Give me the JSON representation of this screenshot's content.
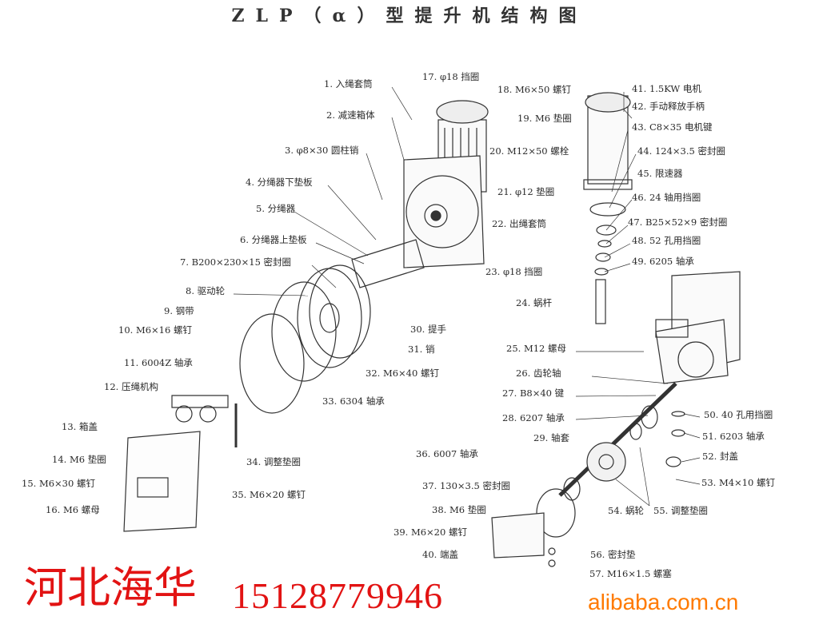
{
  "title": "ZLP（α）型提升机结构图",
  "labels": [
    "1. 入绳套筒",
    "2. 减速箱体",
    "3. φ8×30 圆柱销",
    "4. 分绳器下垫板",
    "5. 分绳器",
    "6. 分绳器上垫板",
    "7. B200×230×15 密封圈",
    "8. 驱动轮",
    "9. 钢带",
    "10. M6×16 螺钉",
    "11. 6004Z 轴承",
    "12. 压绳机构",
    "13. 箱盖",
    "14. M6 垫圈",
    "15. M6×30 螺钉",
    "16. M6 螺母",
    "17. φ18 挡圈",
    "18. M6×50 螺钉",
    "19. M6 垫圈",
    "20. M12×50 螺栓",
    "21. φ12 垫圈",
    "22. 出绳套筒",
    "23. φ18 挡圈",
    "24. 蜗杆",
    "25. M12 螺母",
    "26. 齿轮轴",
    "27. B8×40 键",
    "28. 6207 轴承",
    "29. 轴套",
    "30. 提手",
    "31. 销",
    "32. M6×40 螺钉",
    "33. 6304 轴承",
    "34. 调整垫圈",
    "35. M6×20 螺钉",
    "36. 6007 轴承",
    "37. 130×3.5 密封圈",
    "38. M6 垫圈",
    "39. M6×20 螺钉",
    "40. 端盖",
    "41. 1.5KW 电机",
    "42. 手动释放手柄",
    "43. C8×35 电机键",
    "44. 124×3.5 密封圈",
    "45. 限速器",
    "46. 24 轴用挡圈",
    "47. B25×52×9 密封圈",
    "48. 52 孔用挡圈",
    "49. 6205 轴承",
    "50. 40 孔用挡圈",
    "51. 6203 轴承",
    "52. 封盖",
    "53. M4×10 螺钉",
    "54. 蜗轮",
    "55. 调整垫圈",
    "56. 密封垫",
    "57. M16×1.5 螺塞"
  ],
  "watermark": {
    "company": "河北海华",
    "phone": "15128779946"
  },
  "logo": "alibaba.com.cn"
}
